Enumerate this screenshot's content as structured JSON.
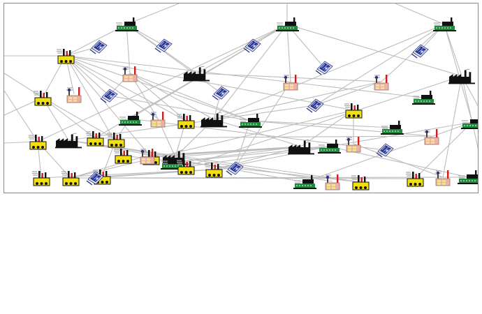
{
  "network": {
    "nodes": [
      {
        "id": "n0",
        "type": "green-plant"
      },
      {
        "id": "n1",
        "type": "green-plant"
      },
      {
        "id": "n2",
        "type": "green-plant"
      },
      {
        "id": "n3",
        "type": "yellow-factory"
      },
      {
        "id": "n4",
        "type": "blue-panel"
      },
      {
        "id": "n5",
        "type": "blue-panel"
      },
      {
        "id": "n6",
        "type": "blue-panel"
      },
      {
        "id": "n7",
        "type": "pink-refinery"
      },
      {
        "id": "n8",
        "type": "black-factory"
      },
      {
        "id": "n9",
        "type": "blue-panel"
      },
      {
        "id": "n10",
        "type": "pink-refinery"
      },
      {
        "id": "n11",
        "type": "blue-panel"
      },
      {
        "id": "n12",
        "type": "pink-refinery"
      },
      {
        "id": "n13",
        "type": "black-factory"
      },
      {
        "id": "n14",
        "type": "yellow-factory"
      },
      {
        "id": "n15",
        "type": "pink-refinery"
      },
      {
        "id": "n16",
        "type": "blue-panel"
      },
      {
        "id": "n17",
        "type": "blue-panel"
      },
      {
        "id": "n18",
        "type": "blue-panel"
      },
      {
        "id": "n19",
        "type": "green-plant"
      },
      {
        "id": "n20",
        "type": "green-plant"
      },
      {
        "id": "n21",
        "type": "pink-refinery"
      },
      {
        "id": "n22",
        "type": "yellow-factory"
      },
      {
        "id": "n23",
        "type": "black-factory"
      },
      {
        "id": "n24",
        "type": "green-plant"
      },
      {
        "id": "n25",
        "type": "yellow-factory"
      },
      {
        "id": "n26",
        "type": "green-plant"
      },
      {
        "id": "n27",
        "type": "yellow-factory"
      },
      {
        "id": "n28",
        "type": "black-factory"
      },
      {
        "id": "n29",
        "type": "yellow-factory"
      },
      {
        "id": "n30",
        "type": "yellow-factory"
      },
      {
        "id": "n31",
        "type": "blue-panel"
      },
      {
        "id": "n32",
        "type": "green-plant"
      },
      {
        "id": "n33",
        "type": "pink-refinery"
      },
      {
        "id": "n34",
        "type": "yellow-factory"
      },
      {
        "id": "n35",
        "type": "black-factory"
      },
      {
        "id": "n36",
        "type": "yellow-factory"
      },
      {
        "id": "n37",
        "type": "yellow-factory"
      },
      {
        "id": "n38",
        "type": "blue-panel"
      },
      {
        "id": "n39",
        "type": "black-factory"
      },
      {
        "id": "n40",
        "type": "green-plant"
      },
      {
        "id": "n41",
        "type": "pink-refinery"
      },
      {
        "id": "n42",
        "type": "yellow-factory"
      },
      {
        "id": "n43",
        "type": "yellow-factory"
      },
      {
        "id": "n44",
        "type": "blue-panel"
      },
      {
        "id": "n45",
        "type": "green-plant"
      },
      {
        "id": "n46",
        "type": "pink-refinery"
      },
      {
        "id": "n47",
        "type": "yellow-factory"
      },
      {
        "id": "n48",
        "type": "yellow-factory"
      },
      {
        "id": "n49",
        "type": "pink-refinery"
      },
      {
        "id": "n50",
        "type": "green-plant"
      },
      {
        "id": "n51",
        "type": "yellow-factory"
      },
      {
        "id": "n52",
        "type": "green-plant"
      },
      {
        "id": "n53",
        "type": "pink-refinery"
      },
      {
        "id": "n54",
        "type": "yellow-factory"
      }
    ],
    "edges": [
      [
        "n0",
        "n3"
      ],
      [
        "n0",
        "n7"
      ],
      [
        "n0",
        "n5"
      ],
      [
        "n0",
        "n8"
      ],
      [
        "n0",
        "n9"
      ],
      [
        "n1",
        "n6"
      ],
      [
        "n1",
        "n8"
      ],
      [
        "n1",
        "n10"
      ],
      [
        "n1",
        "n11"
      ],
      [
        "n1",
        "n23"
      ],
      [
        "n1",
        "n27"
      ],
      [
        "n1",
        "n29"
      ],
      [
        "n1",
        "n24"
      ],
      [
        "n1",
        "n13"
      ],
      [
        "n2",
        "n12"
      ],
      [
        "n2",
        "n17"
      ],
      [
        "n2",
        "n26"
      ],
      [
        "n2",
        "n13"
      ],
      [
        "n2",
        "n18"
      ],
      [
        "n2",
        "n23"
      ],
      [
        "n3",
        "n4"
      ],
      [
        "n3",
        "n14"
      ],
      [
        "n3",
        "n15"
      ],
      [
        "n3",
        "n16"
      ],
      [
        "n3",
        "n19"
      ],
      [
        "n3",
        "n21"
      ],
      [
        "n3",
        "n22"
      ],
      [
        "n3",
        "n25"
      ],
      [
        "n3",
        "n20"
      ],
      [
        "n3",
        "n36"
      ],
      [
        "n3",
        "n34"
      ],
      [
        "n7",
        "n16"
      ],
      [
        "n7",
        "n20"
      ],
      [
        "n7",
        "n22"
      ],
      [
        "n7",
        "n23"
      ],
      [
        "n7",
        "n21"
      ],
      [
        "n8",
        "n12"
      ],
      [
        "n9",
        "n23"
      ],
      [
        "n10",
        "n31"
      ],
      [
        "n12",
        "n18"
      ],
      [
        "n12",
        "n23"
      ],
      [
        "n13",
        "n26"
      ],
      [
        "n13",
        "n49"
      ],
      [
        "n13",
        "n54"
      ],
      [
        "n14",
        "n28"
      ],
      [
        "n14",
        "n29"
      ],
      [
        "n14",
        "n30"
      ],
      [
        "n16",
        "n20"
      ],
      [
        "n18",
        "n28"
      ],
      [
        "n20",
        "n31"
      ],
      [
        "n20",
        "n32"
      ],
      [
        "n20",
        "n33"
      ],
      [
        "n21",
        "n35"
      ],
      [
        "n22",
        "n35"
      ],
      [
        "n23",
        "n35"
      ],
      [
        "n23",
        "n39"
      ],
      [
        "n24",
        "n30"
      ],
      [
        "n24",
        "n38"
      ],
      [
        "n25",
        "n39"
      ],
      [
        "n25",
        "n41"
      ],
      [
        "n25",
        "n43"
      ],
      [
        "n26",
        "n40"
      ],
      [
        "n26",
        "n45"
      ],
      [
        "n26",
        "n48"
      ],
      [
        "n27",
        "n42"
      ],
      [
        "n27",
        "n43"
      ],
      [
        "n28",
        "n45"
      ],
      [
        "n28",
        "n46"
      ],
      [
        "n28",
        "n47"
      ],
      [
        "n29",
        "n33"
      ],
      [
        "n30",
        "n37"
      ],
      [
        "n30",
        "n34"
      ],
      [
        "n31",
        "n37"
      ],
      [
        "n34",
        "n47"
      ],
      [
        "n35",
        "n39"
      ],
      [
        "n36",
        "n39"
      ],
      [
        "n39",
        "n51"
      ],
      [
        "n39",
        "n52"
      ],
      [
        "n39",
        "n53"
      ],
      [
        "n40",
        "n50"
      ],
      [
        "n40",
        "n51"
      ],
      [
        "n40",
        "n52"
      ],
      [
        "n40",
        "n53"
      ],
      [
        "n40",
        "n54"
      ],
      [
        "n41",
        "n49"
      ],
      [
        "n42",
        "n51"
      ],
      [
        "n43",
        "n48"
      ],
      [
        "n43",
        "n53"
      ],
      [
        "n43",
        "n44"
      ],
      [
        "n44",
        "n50"
      ],
      [
        "n44",
        "n51"
      ]
    ]
  },
  "colors": {
    "edge": "#bcbcbc",
    "frame": "#8a8a8a",
    "factory_yellow": "#f2df10",
    "factory_black": "#111111",
    "plant_green": "#1e8a3c",
    "refinery_pink": "#e9b3a8",
    "refinery_yellow": "#f1e48e",
    "panel_blue": "#26318a",
    "panel_light": "#dfe3f0",
    "chimney_red": "#d01c1c",
    "smoke": "#a9a9a9"
  }
}
